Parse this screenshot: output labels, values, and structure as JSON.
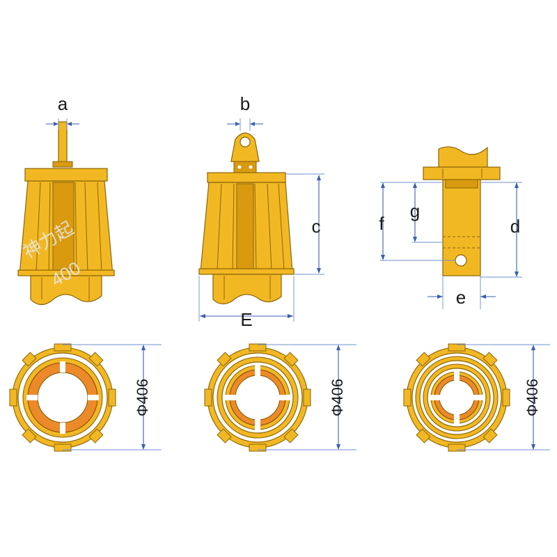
{
  "colors": {
    "body_yellow": "#f2b823",
    "shade_yellow": "#d99a10",
    "ring_orange": "#ec8a2a",
    "outline": "#8a6508",
    "dimension_blue": "#3a5fb0"
  },
  "labels": {
    "a": "a",
    "b": "b",
    "c": "c",
    "d": "d",
    "e": "e",
    "f": "f",
    "g": "g",
    "E": "E"
  },
  "rings": [
    {
      "diameter": "Φ406"
    },
    {
      "diameter": "Φ406"
    },
    {
      "diameter": "Φ406"
    }
  ],
  "watermark": [
    "神力起",
    "400"
  ]
}
